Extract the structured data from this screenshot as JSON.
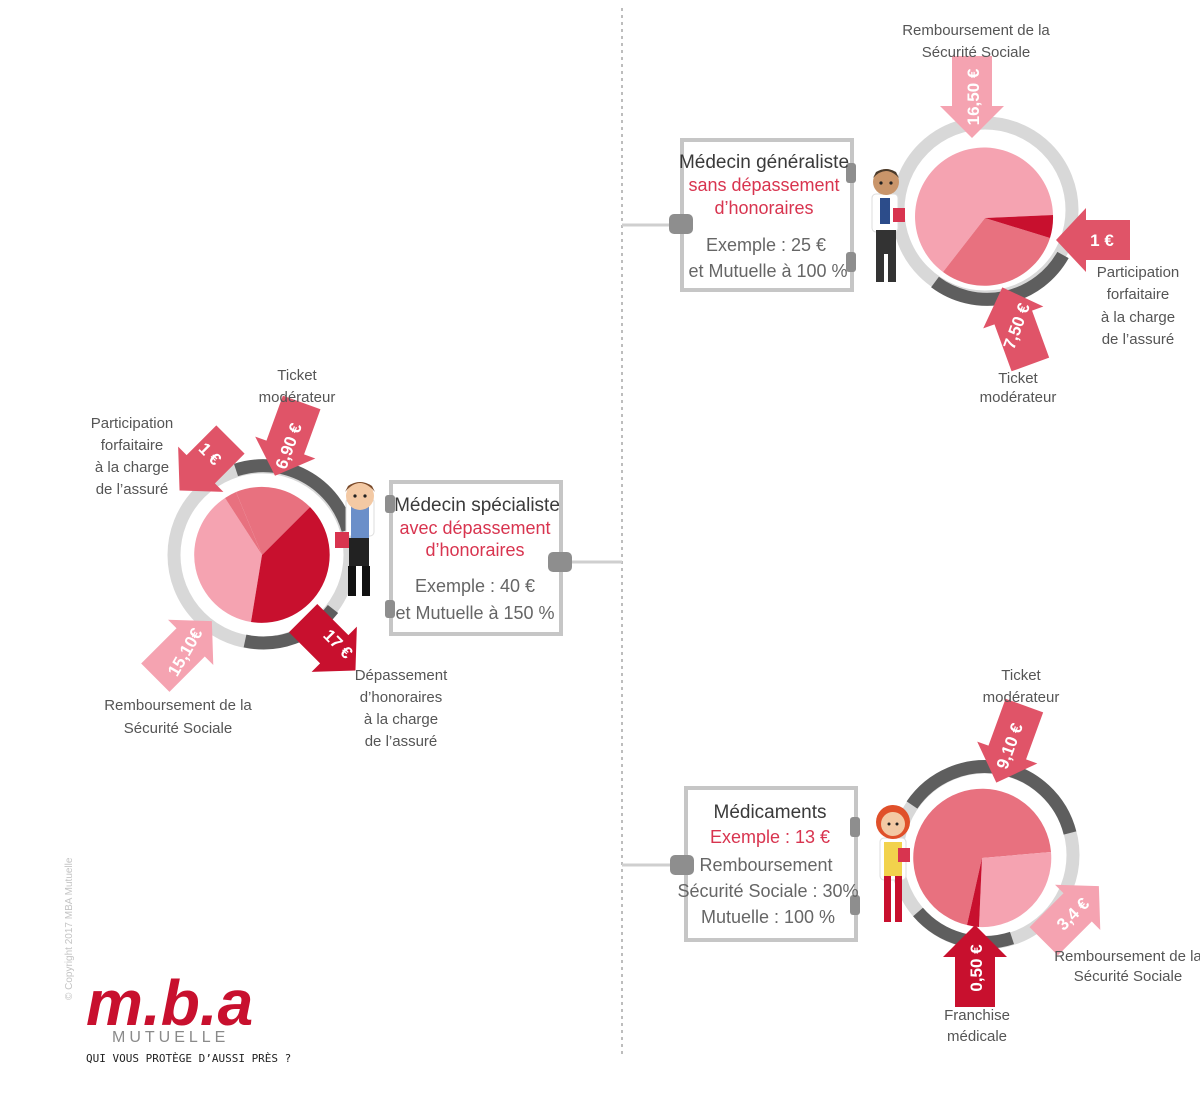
{
  "colors": {
    "ring_light": "#d8d8d8",
    "ring_dark": "#5e5e5e",
    "pie_pink_light": "#f5a3b1",
    "pie_pink_mid": "#e8717f",
    "pie_red": "#c8102e",
    "arrow_pink": "#e05468",
    "arrow_light": "#f5a3b1",
    "box_border": "#c6c6c6",
    "accent": "#d8344f"
  },
  "specialist": {
    "box": {
      "title": "Médecin  spécialiste",
      "line2": "avec dépassement",
      "line3": "d’honoraires",
      "line4": "Exemple :  40 €",
      "line5": "et Mutuelle à 150 %"
    },
    "labels": {
      "participation": [
        "Participation",
        "forfaitaire",
        "à la charge",
        "de l’assuré"
      ],
      "ticket": [
        "Ticket",
        "modérateur"
      ],
      "remboursement": [
        "Remboursement de la",
        "Sécurité Sociale"
      ],
      "depassement": [
        "Dépassement",
        "d’honoraires",
        "à la charge",
        "de l’assuré"
      ]
    },
    "values": {
      "participation": "1 €",
      "ticket": "6,90 €",
      "remboursement": "15,10€",
      "depassement": "17 €"
    }
  },
  "generaliste": {
    "box": {
      "title": "Médecin généraliste",
      "line2": "sans dépassement",
      "line3": "d’honoraires",
      "line4": "Exemple :  25 €",
      "line5": "et Mutuelle à 100 %"
    },
    "labels": {
      "remboursement": [
        "Remboursement de la",
        "Sécurité Sociale"
      ],
      "participation": [
        "Participation",
        "forfaitaire",
        "à la charge",
        "de l’assuré"
      ],
      "ticket": [
        "Ticket",
        "modérateur"
      ]
    },
    "values": {
      "remboursement": "16,50 €",
      "participation": "1 €",
      "ticket": "7,50 €"
    }
  },
  "medicaments": {
    "box": {
      "title": "Médicaments",
      "line2": "Exemple : 13 €",
      "line3": "Remboursement",
      "line4": "Sécurité Sociale : 30%",
      "line5": "Mutuelle : 100 %"
    },
    "labels": {
      "ticket": [
        "Ticket",
        "modérateur"
      ],
      "remboursement": [
        "Remboursement de la",
        "Sécurité Sociale"
      ],
      "franchise": [
        "Franchise",
        "médicale"
      ]
    },
    "values": {
      "ticket": "9,10 €",
      "remboursement": "3,4 €",
      "franchise": "0,50 €"
    }
  },
  "copyright": "© Copyright 2017  MBA Mutuelle",
  "logo": {
    "main": "m.b.a",
    "sub": "MUTUELLE",
    "tagline": "QUI VOUS PROTÈGE D’AUSSI PRÈS ?"
  }
}
